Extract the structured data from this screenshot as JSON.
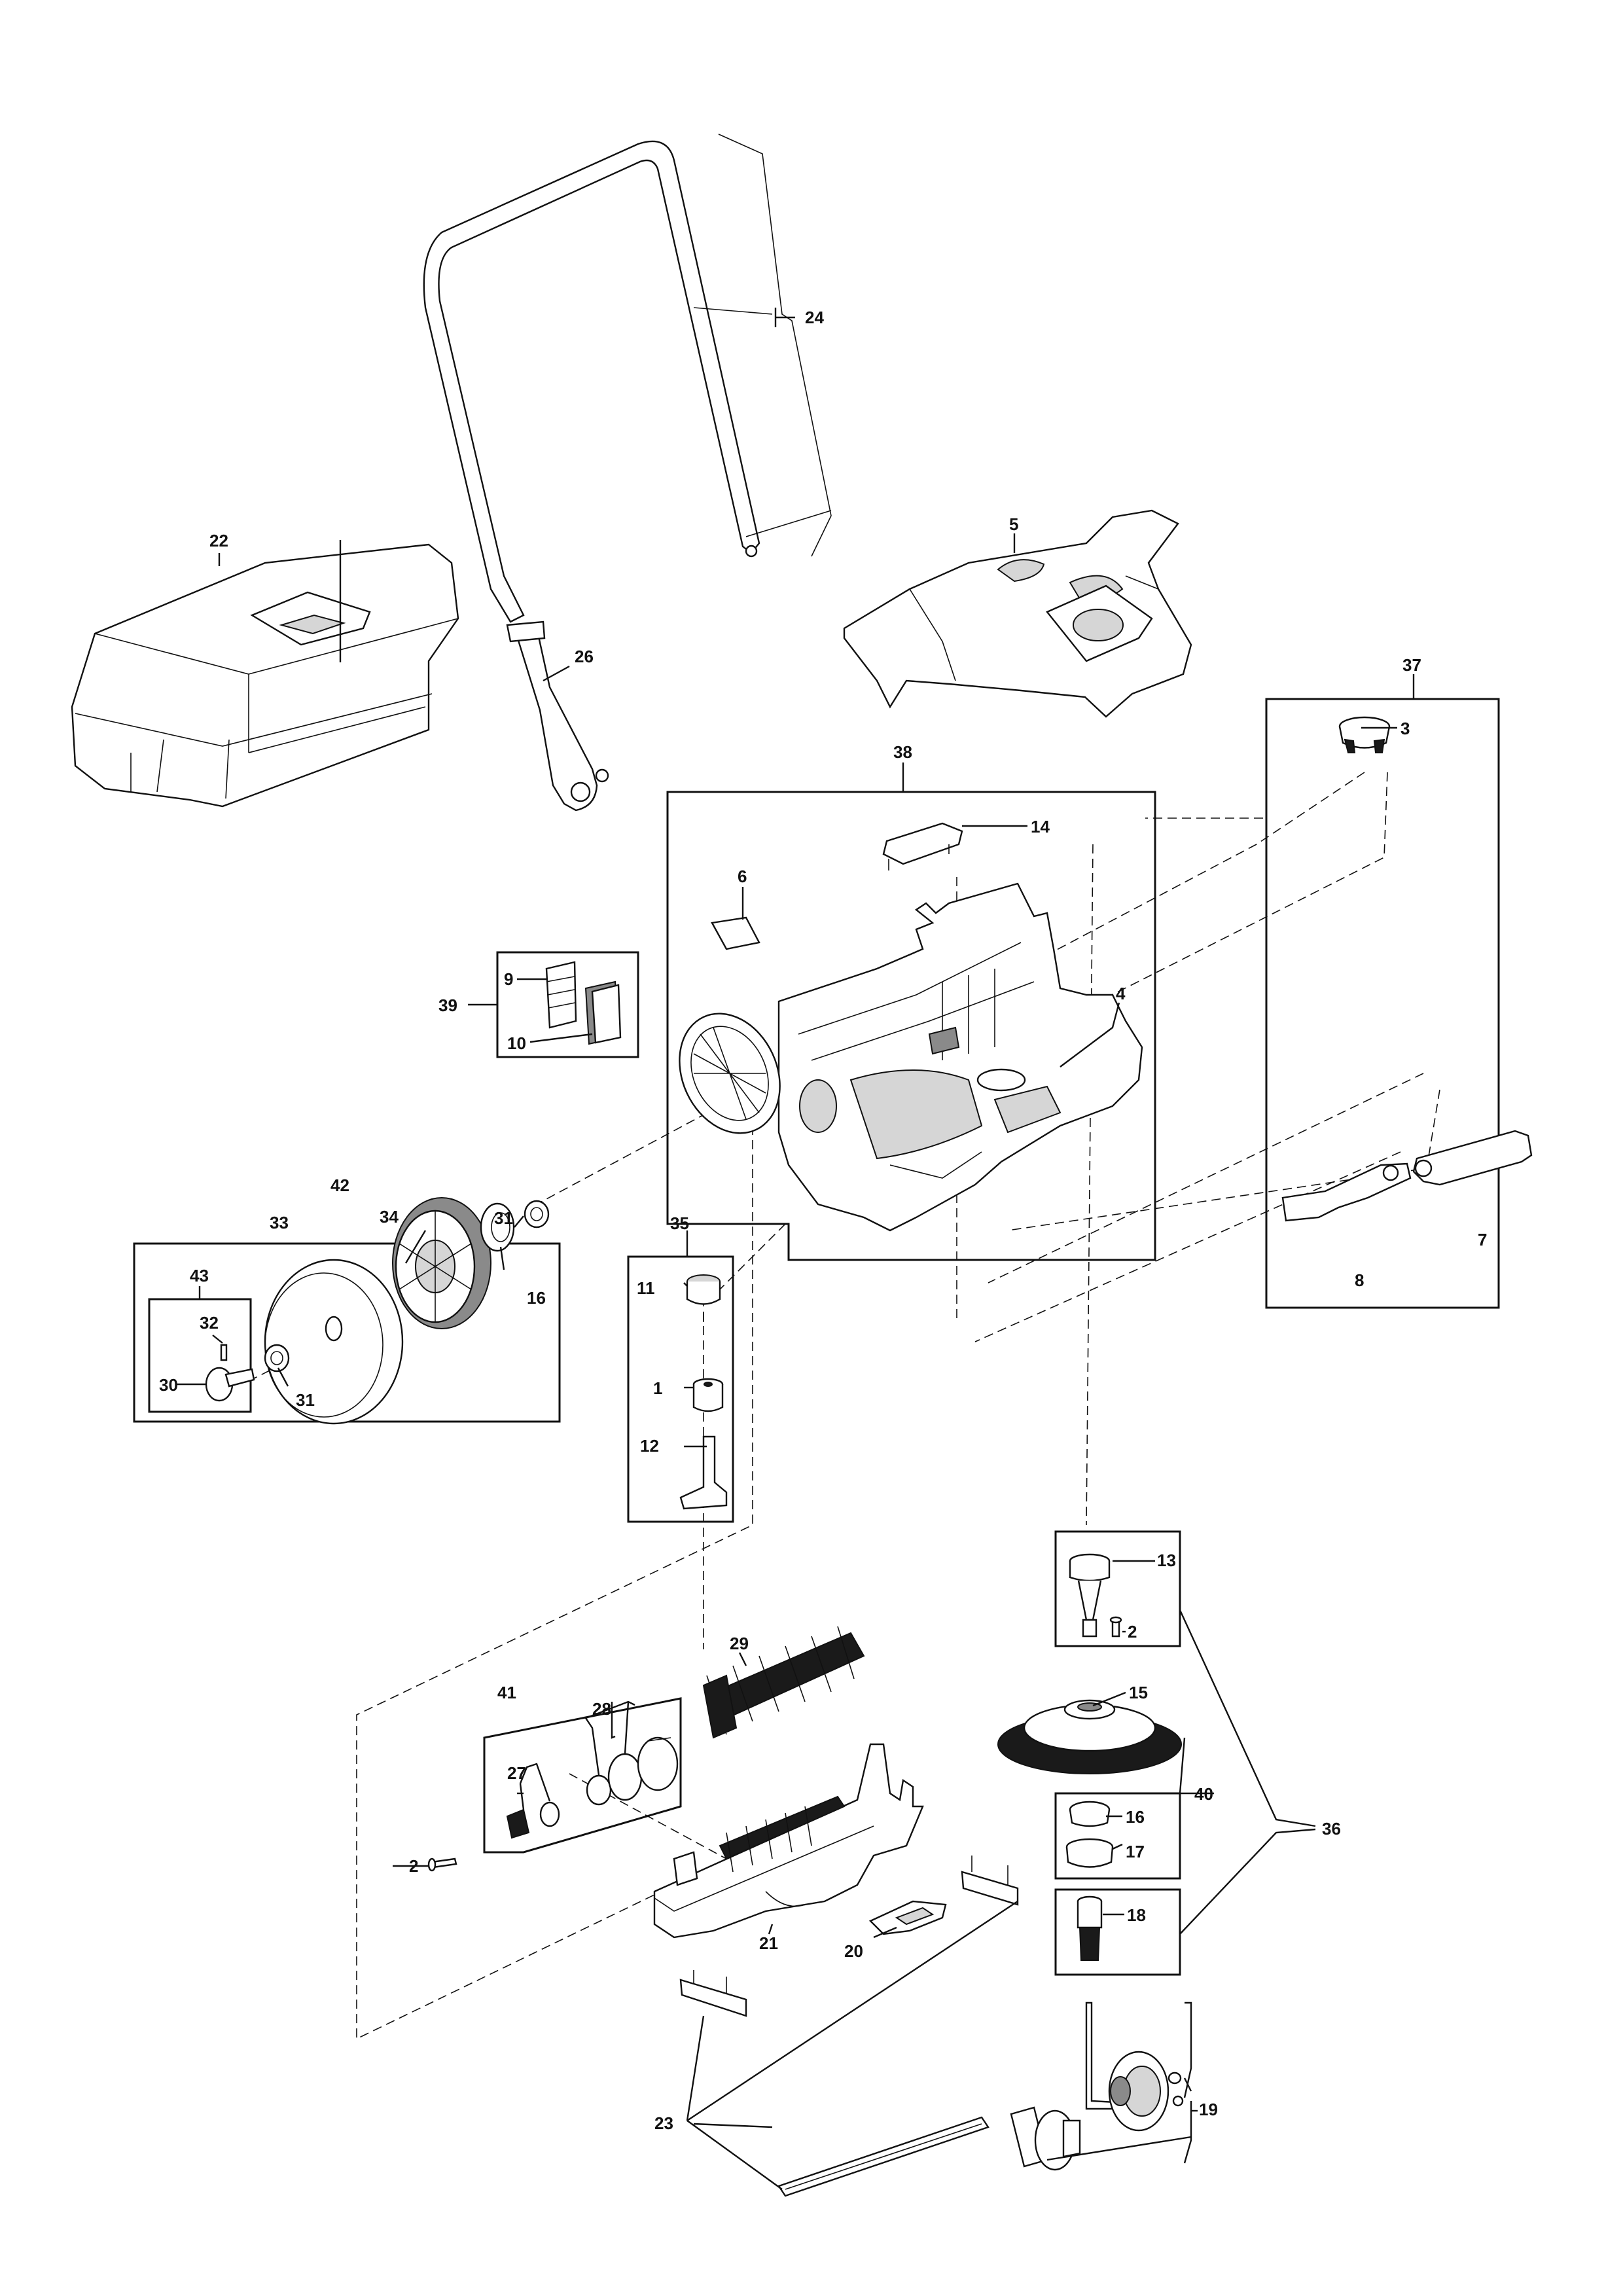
{
  "labels": {
    "l1": "1",
    "l2a": "2",
    "l2b": "2",
    "l3": "3",
    "l4": "4",
    "l5": "5",
    "l6": "6",
    "l7": "7",
    "l8": "8",
    "l9": "9",
    "l10": "10",
    "l11": "11",
    "l12": "12",
    "l13": "13",
    "l14": "14",
    "l15": "15",
    "l16a": "16",
    "l16b": "16",
    "l17": "17",
    "l18": "18",
    "l19": "19",
    "l20": "20",
    "l21": "21",
    "l22": "22",
    "l23": "23",
    "l24": "24",
    "l26": "26",
    "l27": "27",
    "l28": "28",
    "l29": "29",
    "l30": "30",
    "l31a": "31",
    "l31b": "31",
    "l32": "32",
    "l33": "33",
    "l34": "34",
    "l35": "35",
    "l36": "36",
    "l37": "37",
    "l38": "38",
    "l39": "39",
    "l40": "40",
    "l41": "41",
    "l42": "42",
    "l43": "43"
  }
}
